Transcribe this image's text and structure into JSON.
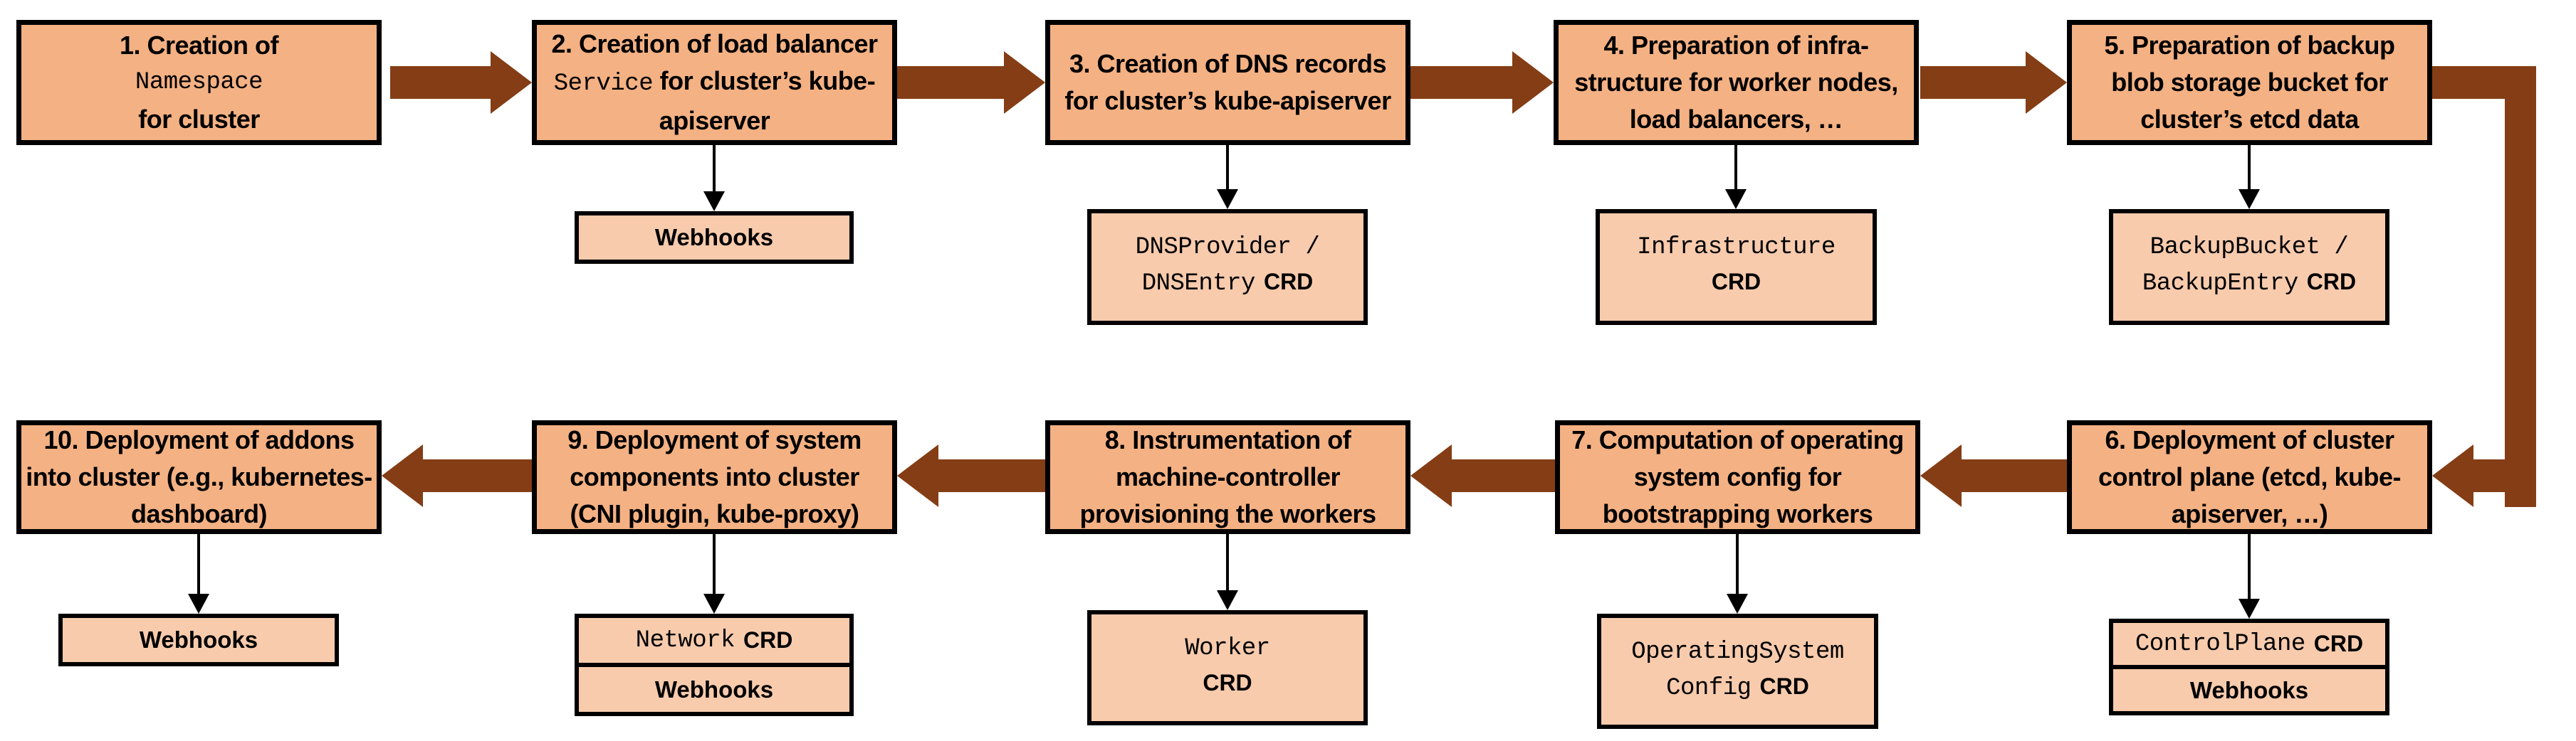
{
  "colors": {
    "step_fill": "#F4B183",
    "artifact_fill": "#F8CBAD",
    "arrow_brown": "#843D15",
    "border": "#000000"
  },
  "steps": [
    {
      "pre": "1. Creation of",
      "code": "Namespace",
      "post": "for cluster"
    },
    {
      "pre": "2. Creation of load balancer ",
      "code": "Service",
      "post": " for cluster’s kube-apiserver"
    },
    {
      "pre": "3. Creation of DNS records for cluster’s kube-apiserver",
      "code": "",
      "post": ""
    },
    {
      "pre": "4. Preparation of infra-structure for worker nodes, load balancers, …",
      "code": "",
      "post": ""
    },
    {
      "pre": "5. Preparation of backup blob storage bucket for cluster’s etcd data",
      "code": "",
      "post": ""
    },
    {
      "pre": "6. Deployment of cluster control plane (etcd, kube-apiserver, …)",
      "code": "",
      "post": ""
    },
    {
      "pre": "7. Computation of operating system config for bootstrapping workers",
      "code": "",
      "post": ""
    },
    {
      "pre": "8. Instrumentation of machine-controller provisioning the workers",
      "code": "",
      "post": ""
    },
    {
      "pre": "9. Deployment of system components into cluster (CNI plugin, kube-proxy)",
      "code": "",
      "post": ""
    },
    {
      "pre": "10. Deployment of addons into cluster (e.g., kubernetes-dashboard)",
      "code": "",
      "post": ""
    }
  ],
  "artifacts": {
    "s2": {
      "webhooks": "Webhooks"
    },
    "s3": {
      "line1_code": "DNSProvider /",
      "line2_code": "DNSEntry",
      "crd": "CRD"
    },
    "s4": {
      "line1_code": "Infrastructure",
      "crd": "CRD"
    },
    "s5": {
      "line1_code": "BackupBucket /",
      "line2_code": "BackupEntry",
      "crd": "CRD"
    },
    "s6": {
      "line1_code": "ControlPlane",
      "crd": "CRD",
      "webhooks": "Webhooks"
    },
    "s7": {
      "line1_code": "OperatingSystem",
      "line2_code": "Config",
      "crd": "CRD"
    },
    "s8": {
      "line1_code": "Worker",
      "crd": "CRD"
    },
    "s9": {
      "line1_code": "Network",
      "crd": "CRD",
      "webhooks": "Webhooks"
    },
    "s10": {
      "webhooks": "Webhooks"
    }
  }
}
